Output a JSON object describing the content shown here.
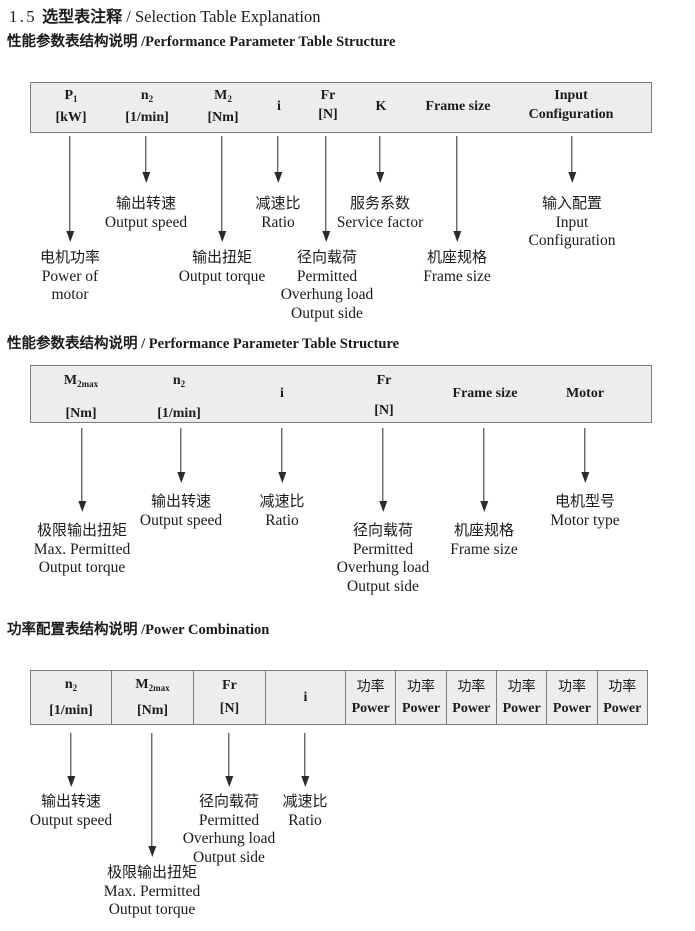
{
  "colors": {
    "page_bg": "#ffffff",
    "table_bg": "#ededed",
    "table_border": "#7c7c7c",
    "text": "#1b1b1b",
    "arrow": "#2b2b2b"
  },
  "title": {
    "num": "1.5",
    "cn": "选型表注释",
    "en": " / Selection Table Explanation"
  },
  "section1": {
    "heading": {
      "cn": "性能参数表结构说明",
      "en": " /Performance Parameter Table Structure"
    },
    "table_cols": [
      {
        "base": "P",
        "sub": "1",
        "unit": "[kW]"
      },
      {
        "base": "n",
        "sub": "2",
        "unit": "[1/min]"
      },
      {
        "base": "M",
        "sub": "2",
        "unit": "[Nm]"
      },
      {
        "base": "i"
      },
      {
        "base": "Fr",
        "unit": "[N]"
      },
      {
        "base": "K"
      },
      {
        "base": "Frame size"
      },
      {
        "base": "Input",
        "unit": "Configuration"
      }
    ],
    "callouts": [
      {
        "lines": [
          "电机功率",
          "Power of",
          "motor"
        ]
      },
      {
        "lines": [
          "输出转速",
          "Output speed"
        ]
      },
      {
        "lines": [
          "输出扭矩",
          "Output torque"
        ]
      },
      {
        "lines": [
          "减速比",
          "Ratio"
        ]
      },
      {
        "lines": [
          "径向载荷",
          "Permitted",
          "Overhung load",
          "Output side"
        ]
      },
      {
        "lines": [
          "服务系数",
          "Service factor"
        ]
      },
      {
        "lines": [
          "机座规格",
          "Frame size"
        ]
      },
      {
        "lines": [
          "输入配置",
          "Input",
          "Configuration"
        ]
      }
    ]
  },
  "section2": {
    "heading": {
      "cn": "性能参数表结构说明",
      "en": " / Performance Parameter Table Structure"
    },
    "table_cols": [
      {
        "base": "M",
        "sub": "2max",
        "unit": "[Nm]"
      },
      {
        "base": "n",
        "sub": "2",
        "unit": "[1/min]"
      },
      {
        "base": "i"
      },
      {
        "base": "Fr",
        "unit": "[N]"
      },
      {
        "base": "Frame size"
      },
      {
        "base": "Motor"
      }
    ],
    "callouts": [
      {
        "lines": [
          "极限输出扭矩",
          "Max. Permitted",
          "Output torque"
        ]
      },
      {
        "lines": [
          "输出转速",
          "Output speed"
        ]
      },
      {
        "lines": [
          "减速比",
          "Ratio"
        ]
      },
      {
        "lines": [
          "径向载荷",
          "Permitted",
          "Overhung load",
          "Output side"
        ]
      },
      {
        "lines": [
          "机座规格",
          "Frame size"
        ]
      },
      {
        "lines": [
          "电机型号",
          "Motor type"
        ]
      }
    ]
  },
  "section3": {
    "heading": {
      "cn": "功率配置表结构说明",
      "en": " /Power Combination"
    },
    "table_cols": [
      {
        "base": "n",
        "sub": "2",
        "unit": "[1/min]"
      },
      {
        "base": "M",
        "sub": "2max",
        "unit": "[Nm]"
      },
      {
        "base": "Fr",
        "unit": "[N]"
      },
      {
        "base": "i"
      }
    ],
    "power_cols": [
      {
        "cn": "功率",
        "en": "Power"
      },
      {
        "cn": "功率",
        "en": "Power"
      },
      {
        "cn": "功率",
        "en": "Power"
      },
      {
        "cn": "功率",
        "en": "Power"
      },
      {
        "cn": "功率",
        "en": "Power"
      },
      {
        "cn": "功率",
        "en": "Power"
      }
    ],
    "callouts": [
      {
        "lines": [
          "输出转速",
          "Output speed"
        ]
      },
      {
        "lines": [
          "极限输出扭矩",
          "Max. Permitted",
          "Output torque"
        ]
      },
      {
        "lines": [
          "径向载荷",
          "Permitted",
          "Overhung load",
          "Output side"
        ]
      },
      {
        "lines": [
          "减速比",
          "Ratio"
        ]
      }
    ]
  }
}
